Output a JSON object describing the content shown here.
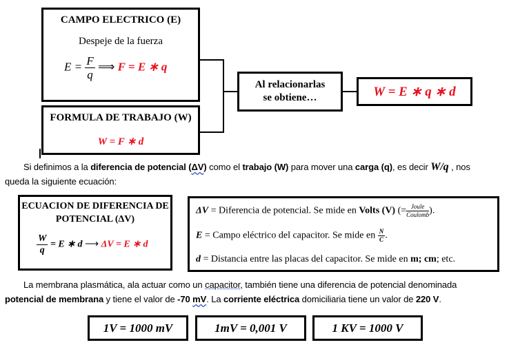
{
  "campo": {
    "title": "CAMPO ELECTRICO (E)",
    "subtitle": "Despeje de la fuerza",
    "lhs": "E =",
    "frac_num": "F",
    "frac_den": "q",
    "arrow": "⟹",
    "result": "F = E ∗ q"
  },
  "trabajo": {
    "title": "FORMULA DE TRABAJO (W)",
    "formula": "W = F ∗ d"
  },
  "relacion": {
    "line1": "Al relacionarlas",
    "line2": "se obtiene…"
  },
  "resultado": {
    "formula": "W = E ∗ q ∗ d"
  },
  "paragraph1": {
    "t1": "Si definimos a la ",
    "t2": "diferencia de potencial (",
    "t3": "ΔV",
    "t4": ")",
    "t5": " como el ",
    "t6": "trabajo (W)",
    "t7": " para mover una ",
    "t8": "carga (q)",
    "t9": ", es decir ",
    "t10": "W/q",
    "t11": " , nos",
    "line2": "queda la siguiente ecuación:"
  },
  "ecuacion": {
    "title_line1": "ECUACION DE DIFERENCIA DE",
    "title_line2": "POTENCIAL (ΔV)",
    "frac_num": "W",
    "frac_den": "q",
    "part1": "= E ∗ d",
    "arrow": "⟶",
    "result": "ΔV = E ∗ d"
  },
  "definiciones": {
    "dv_sym": "ΔV",
    "dv_text": " = Diferencia de potencial. Se mide en ",
    "dv_unit": "Volts (V)",
    "dv_eq": " (=",
    "dv_num": "Joule",
    "dv_den": "Coulomb",
    "dv_end": ").",
    "e_sym": "E",
    "e_text": " = Campo eléctrico del capacitor. Se mide en ",
    "e_num": "N",
    "e_den": "C",
    "e_end": ".",
    "d_sym": "d",
    "d_text": " = Distancia entre las placas del capacitor. Se mide en ",
    "d_units": "m; cm",
    "d_end": "; etc."
  },
  "paragraph2": {
    "l1a": "La membrana plasmática, ala actuar como un ",
    "l1b": "capacitor",
    "l1c": ", también tiene una diferencia de potencial denominada",
    "l2a": "potencial de membrana",
    "l2b": " y tiene el valor de ",
    "l2c": "-70 ",
    "l2d": "mV",
    "l2e": ". La ",
    "l2f": "corriente eléctrica",
    "l2g": " domiciliaria tiene un valor de ",
    "l2h": "220 V",
    "l2i": "."
  },
  "conversiones": [
    "1V = 1000 mV",
    "1mV = 0,001 V",
    "1 KV = 1000 V"
  ],
  "colors": {
    "accent_red": "#e8101e",
    "border": "#000000"
  }
}
